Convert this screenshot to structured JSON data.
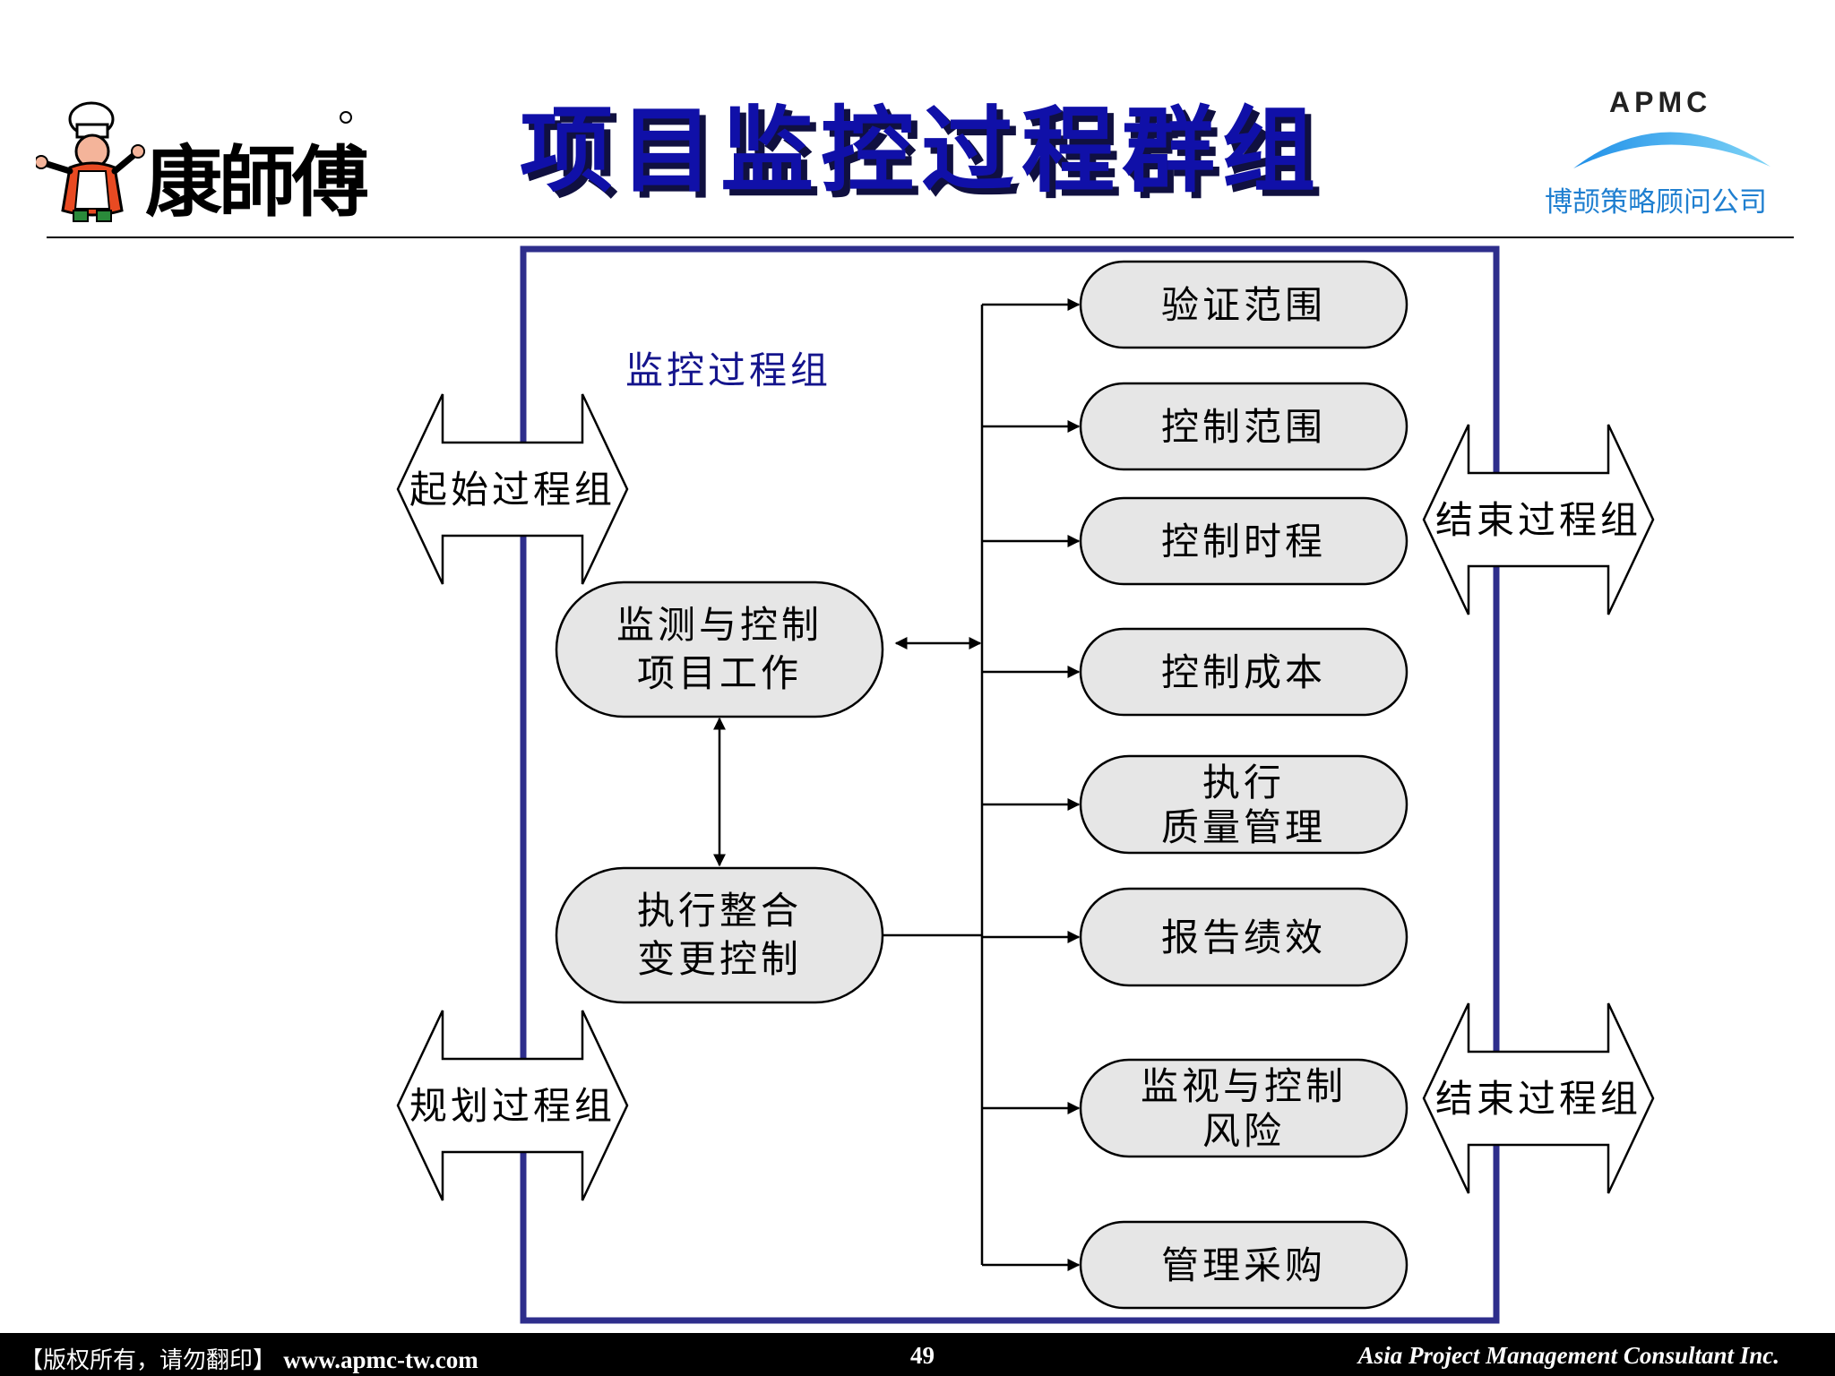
{
  "header": {
    "title": "项目监控过程群组",
    "left_logo": {
      "wordmark": "康師傅",
      "icon": "chef-mascot-icon"
    },
    "right_logo": {
      "brand": "APMC",
      "company_cn": "博颉策略顾问公司",
      "icon": "arc-swoosh-icon"
    }
  },
  "diagram": {
    "group_label": "监控过程组",
    "side_arrows": {
      "left_top": "起始过程组",
      "left_bottom": "规划过程组",
      "right_top": "结束过程组",
      "right_bottom": "结束过程组"
    },
    "central_nodes": {
      "monitor": [
        "监测与控制",
        "项目工作"
      ],
      "integrate": [
        "执行整合",
        "变更控制"
      ]
    },
    "process_nodes": [
      {
        "lines": [
          "验证范围"
        ]
      },
      {
        "lines": [
          "控制范围"
        ]
      },
      {
        "lines": [
          "控制时程"
        ]
      },
      {
        "lines": [
          "控制成本"
        ]
      },
      {
        "lines": [
          "执行",
          "质量管理"
        ]
      },
      {
        "lines": [
          "报告绩效"
        ]
      },
      {
        "lines": [
          "监视与控制",
          "风险"
        ]
      },
      {
        "lines": [
          "管理采购"
        ]
      }
    ]
  },
  "colors": {
    "title": "#1010a8",
    "frame": "#2e2e8c",
    "node_fill": "#e6e6e6",
    "group_label": "#14148c"
  },
  "footer": {
    "copyright": "【版权所有，请勿翻印】",
    "url": "www.apmc-tw.com",
    "page": "49",
    "company": "Asia Project Management Consultant Inc."
  }
}
